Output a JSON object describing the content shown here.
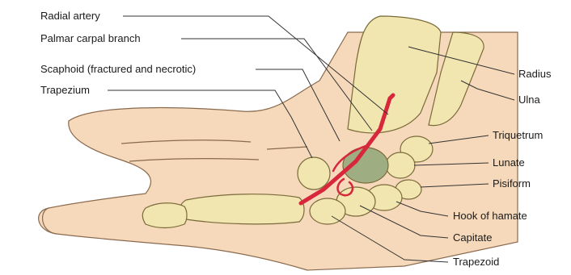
{
  "labels": {
    "radial_artery": "Radial artery",
    "palmar_carpal_branch": "Palmar carpal branch",
    "scaphoid": "Scaphoid (fractured and necrotic)",
    "trapezium": "Trapezium",
    "radius": "Radius",
    "ulna": "Ulna",
    "triquetrum": "Triquetrum",
    "lunate": "Lunate",
    "pisiform": "Pisiform",
    "hook_of_hamate": "Hook of hamate",
    "capitate": "Capitate",
    "trapezoid": "Trapezoid"
  },
  "colors": {
    "skin": "#f6d9ba",
    "skin_outline": "#8a6a4e",
    "bone": "#f2e6b0",
    "bone_outline": "#7a6a3a",
    "artery": "#d8263a",
    "scaphoid_necrotic": "#9fae82",
    "leader_line": "#333333"
  }
}
